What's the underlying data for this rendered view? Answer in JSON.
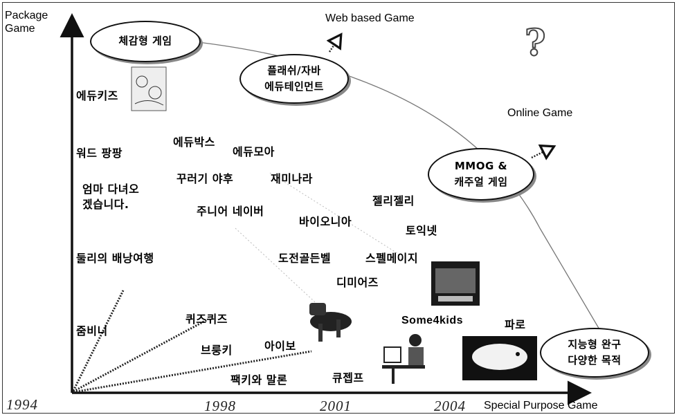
{
  "axes": {
    "y_label": [
      "Package",
      "Game"
    ],
    "x_label": "Special Purpose Game",
    "years": [
      "1994",
      "1998",
      "2001",
      "2004"
    ]
  },
  "category_labels": {
    "web": "Web based Game",
    "online": "Online Game"
  },
  "ovals": {
    "haptic": [
      "체감형 게임"
    ],
    "flash": [
      "플래쉬/자바",
      "에듀테인먼트"
    ],
    "mmog": [
      "MMOG &",
      "캐주얼 게임"
    ],
    "toy": [
      "지능형 완구",
      "다양한 목적"
    ]
  },
  "products": [
    "에듀키즈",
    "워드 팡팡",
    "엄마 다녀오",
    "겠습니다.",
    "둘리의 배낭여행",
    "줌비니",
    "에듀박스",
    "에듀모아",
    "꾸러기 야후",
    "재미나라",
    "주니어 네이버",
    "바이오니아",
    "젤리젤리",
    "토익넷",
    "도전골든벨",
    "스펠메이지",
    "디미어즈",
    "퀴즈퀴즈",
    "브룽키",
    "아이보",
    "팩키와 말론",
    "큐젭프",
    "Some4kids",
    "파로"
  ],
  "symbols": {
    "question_mark": "?"
  },
  "colors": {
    "line": "#111111",
    "dotted": "#222222",
    "curve": "#777777"
  }
}
